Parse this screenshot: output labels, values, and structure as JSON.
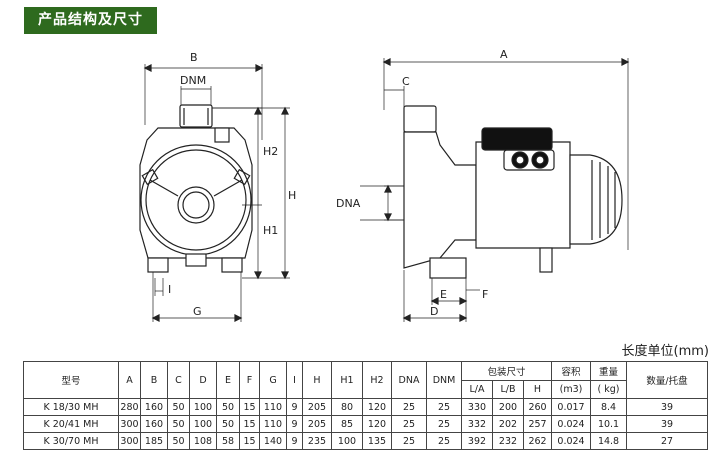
{
  "section_title": "产品结构及尺寸",
  "unit_note": "长度单位(mm)",
  "drawing_labels": {
    "front": {
      "B": "B",
      "DNM": "DNM",
      "H2": "H2",
      "H": "H",
      "H1": "H1",
      "I": "I",
      "G": "G"
    },
    "side": {
      "A": "A",
      "C": "C",
      "DNA": "DNA",
      "E": "E",
      "F": "F",
      "D": "D"
    }
  },
  "table": {
    "headers": {
      "model": "型号",
      "A": "A",
      "B": "B",
      "C": "C",
      "D": "D",
      "E": "E",
      "F": "F",
      "G": "G",
      "I": "I",
      "H": "H",
      "H1": "H1",
      "H2": "H2",
      "DNA": "DNA",
      "DNM": "DNM",
      "package": "包装尺寸",
      "LA": "L/A",
      "LB": "L/B",
      "PH": "H",
      "volume": "容积",
      "volume_unit": "(m3)",
      "weight": "重量",
      "weight_unit": "( kg)",
      "qty": "数量/托盘"
    },
    "rows": [
      {
        "model": "K 18/30 MH",
        "A": "280",
        "B": "160",
        "C": "50",
        "D": "100",
        "E": "50",
        "F": "15",
        "G": "110",
        "I": "9",
        "H": "205",
        "H1": "80",
        "H2": "120",
        "DNA": "25",
        "DNM": "25",
        "LA": "330",
        "LB": "200",
        "PH": "260",
        "volume": "0.017",
        "weight": "8.4",
        "qty": "39"
      },
      {
        "model": "K 20/41 MH",
        "A": "300",
        "B": "160",
        "C": "50",
        "D": "100",
        "E": "50",
        "F": "15",
        "G": "110",
        "I": "9",
        "H": "205",
        "H1": "85",
        "H2": "120",
        "DNA": "25",
        "DNM": "25",
        "LA": "332",
        "LB": "202",
        "PH": "257",
        "volume": "0.024",
        "weight": "10.1",
        "qty": "39"
      },
      {
        "model": "K 30/70 MH",
        "A": "300",
        "B": "185",
        "C": "50",
        "D": "108",
        "E": "58",
        "F": "15",
        "G": "140",
        "I": "9",
        "H": "235",
        "H1": "100",
        "H2": "135",
        "DNA": "25",
        "DNM": "25",
        "LA": "392",
        "LB": "232",
        "PH": "262",
        "volume": "0.024",
        "weight": "14.8",
        "qty": "27"
      }
    ]
  }
}
